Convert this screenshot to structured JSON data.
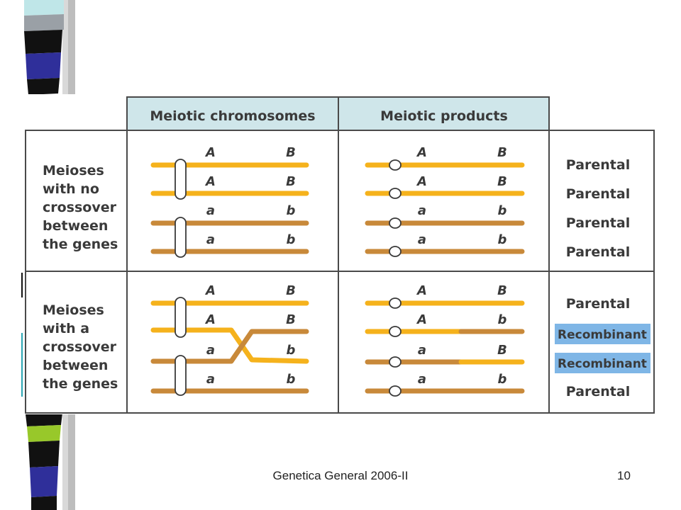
{
  "table": {
    "headers": [
      "Meiotic chromosomes",
      "Meiotic products"
    ],
    "rows": [
      {
        "label_lines": [
          "Meioses",
          "with no",
          "crossover",
          "between",
          "the genes"
        ],
        "chromosomes": [
          {
            "left": "A",
            "right": "B"
          },
          {
            "left": "A",
            "right": "B"
          },
          {
            "left": "a",
            "right": "b"
          },
          {
            "left": "a",
            "right": "b"
          }
        ],
        "products": [
          {
            "left": "A",
            "right": "B",
            "type": "Parental"
          },
          {
            "left": "A",
            "right": "B",
            "type": "Parental"
          },
          {
            "left": "a",
            "right": "b",
            "type": "Parental"
          },
          {
            "left": "a",
            "right": "b",
            "type": "Parental"
          }
        ]
      },
      {
        "label_lines": [
          "Meioses",
          "with a",
          "crossover",
          "between",
          "the genes"
        ],
        "chromosomes": [
          {
            "left": "A",
            "right": "B"
          },
          {
            "left": "A",
            "right": "B"
          },
          {
            "left": "a",
            "right": "b"
          },
          {
            "left": "a",
            "right": "b"
          }
        ],
        "products": [
          {
            "left": "A",
            "right": "B",
            "type": "Parental"
          },
          {
            "left": "A",
            "right": "b",
            "type": "Recombinant"
          },
          {
            "left": "a",
            "right": "B",
            "type": "Recombinant"
          },
          {
            "left": "a",
            "right": "b",
            "type": "Parental"
          }
        ]
      }
    ]
  },
  "colors": {
    "allele_dominant": "#f5b21c",
    "allele_recessive": "#c8893a",
    "header_bg": "#cfe6ea",
    "recombinant_bg": "#7fb6e6",
    "border": "#4a4a4a"
  },
  "footer": {
    "course": "Genetica General 2006-II",
    "slide_number": "10"
  }
}
